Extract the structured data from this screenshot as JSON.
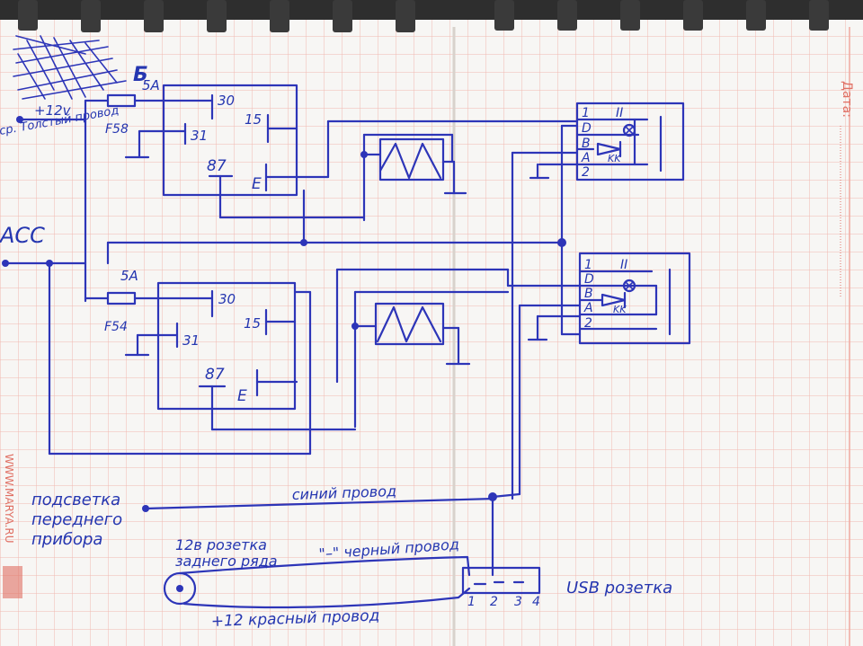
{
  "paper": {
    "background": "#f7f6f4",
    "grid_color": "#f0b8b0",
    "ink_color": "#2d35b8",
    "margin_label": "Дата:",
    "site": "WWW.MARYA.RU"
  },
  "labels": {
    "fuse_top_rating": "5А",
    "fuse_top_rating_alt": "Б",
    "fuse_top_name": "F58",
    "fuse_bottom_rating": "5А",
    "fuse_bottom_name": "F54",
    "plus12": "+12v",
    "thick_wire": "ср. Толстый провод",
    "acc": "ACC",
    "relay_pin_30": "30",
    "relay_pin_31": "31",
    "relay_pin_15": "15",
    "relay_pin_87": "87",
    "relay_pin_e": "E",
    "switch_pin_1": "1",
    "switch_pin_d": "D",
    "switch_pin_b": "B",
    "switch_pin_a": "A",
    "switch_pin_2": "2",
    "switch_roman": "II",
    "diode_mark": "KK",
    "backlight_1": "подсветка",
    "backlight_2": "переднего",
    "backlight_3": "прибора",
    "blue_wire": "синий провод",
    "socket_12v_1": "12в розетка",
    "socket_12v_2": "заднего ряда",
    "black_wire": "\"–\" черный провод",
    "red_wire": "+12 красный провод",
    "usb_socket": "USB розетка",
    "usb_pins": [
      "1",
      "2",
      "3",
      "4"
    ]
  }
}
